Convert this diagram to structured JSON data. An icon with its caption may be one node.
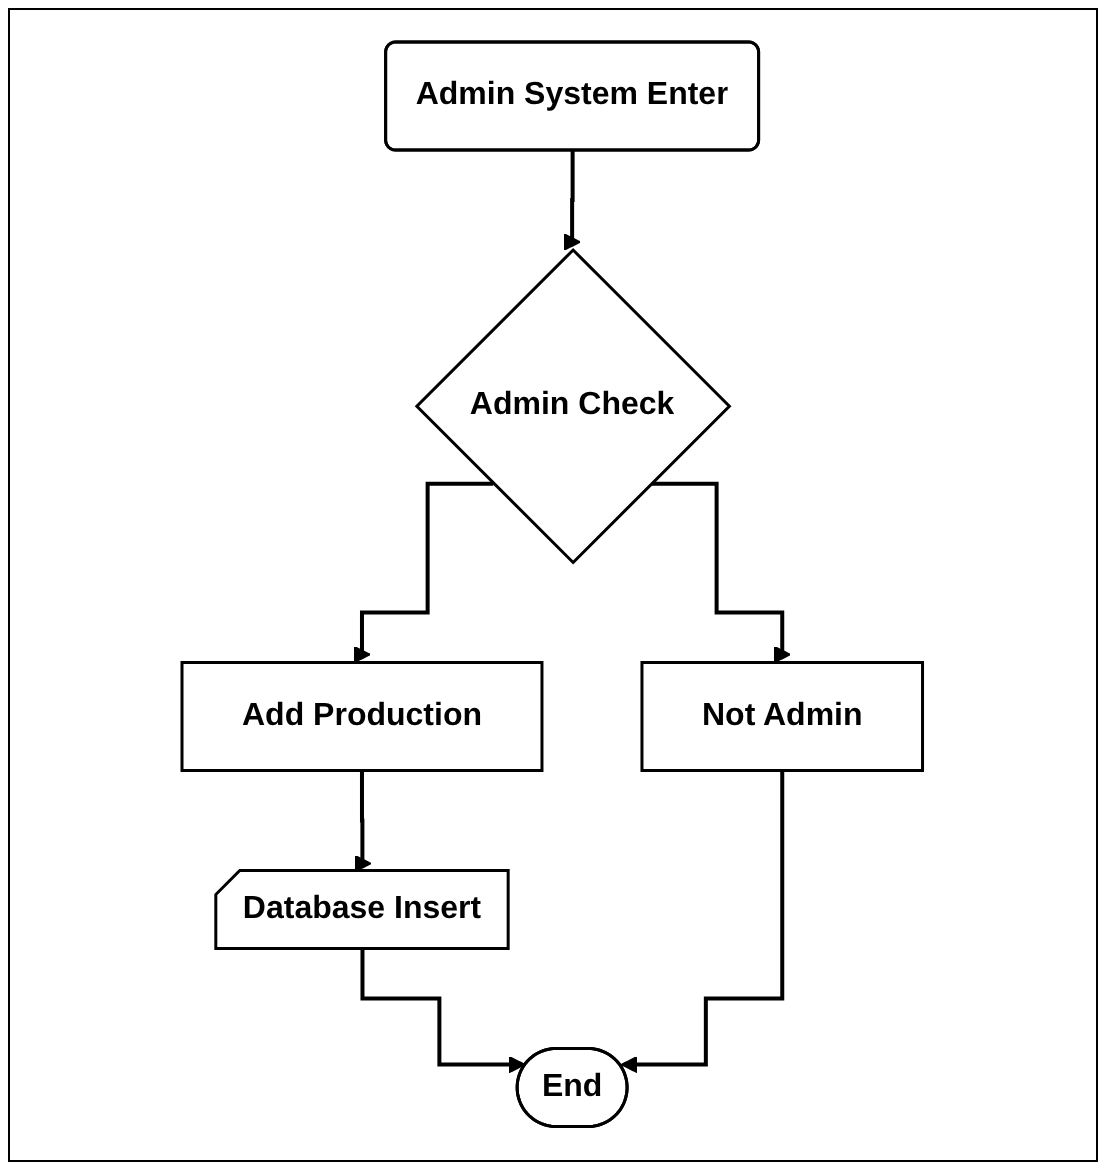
{
  "diagram": {
    "nodes": [
      {
        "text": [
          "Admin System Enter"
        ]
      },
      {
        "text": [
          "Admin Check"
        ]
      },
      {
        "text": [
          "Add Production"
        ]
      },
      {
        "text": [
          "Not Admin"
        ]
      },
      {
        "text": [
          "Database Insert"
        ]
      },
      {
        "text": [
          "End"
        ]
      }
    ],
    "edges": [
      {
        "from": 0,
        "to": 1,
        "arrow": "to"
      },
      {
        "from": 1,
        "to": 2,
        "arrow": "to"
      },
      {
        "from": 1,
        "to": 3,
        "arrow": "to"
      },
      {
        "from": 2,
        "to": 4,
        "arrow": "to"
      },
      {
        "from": 4,
        "to": 5,
        "arrow": "to"
      },
      {
        "from": 3,
        "to": 5,
        "arrow": "to"
      }
    ]
  }
}
